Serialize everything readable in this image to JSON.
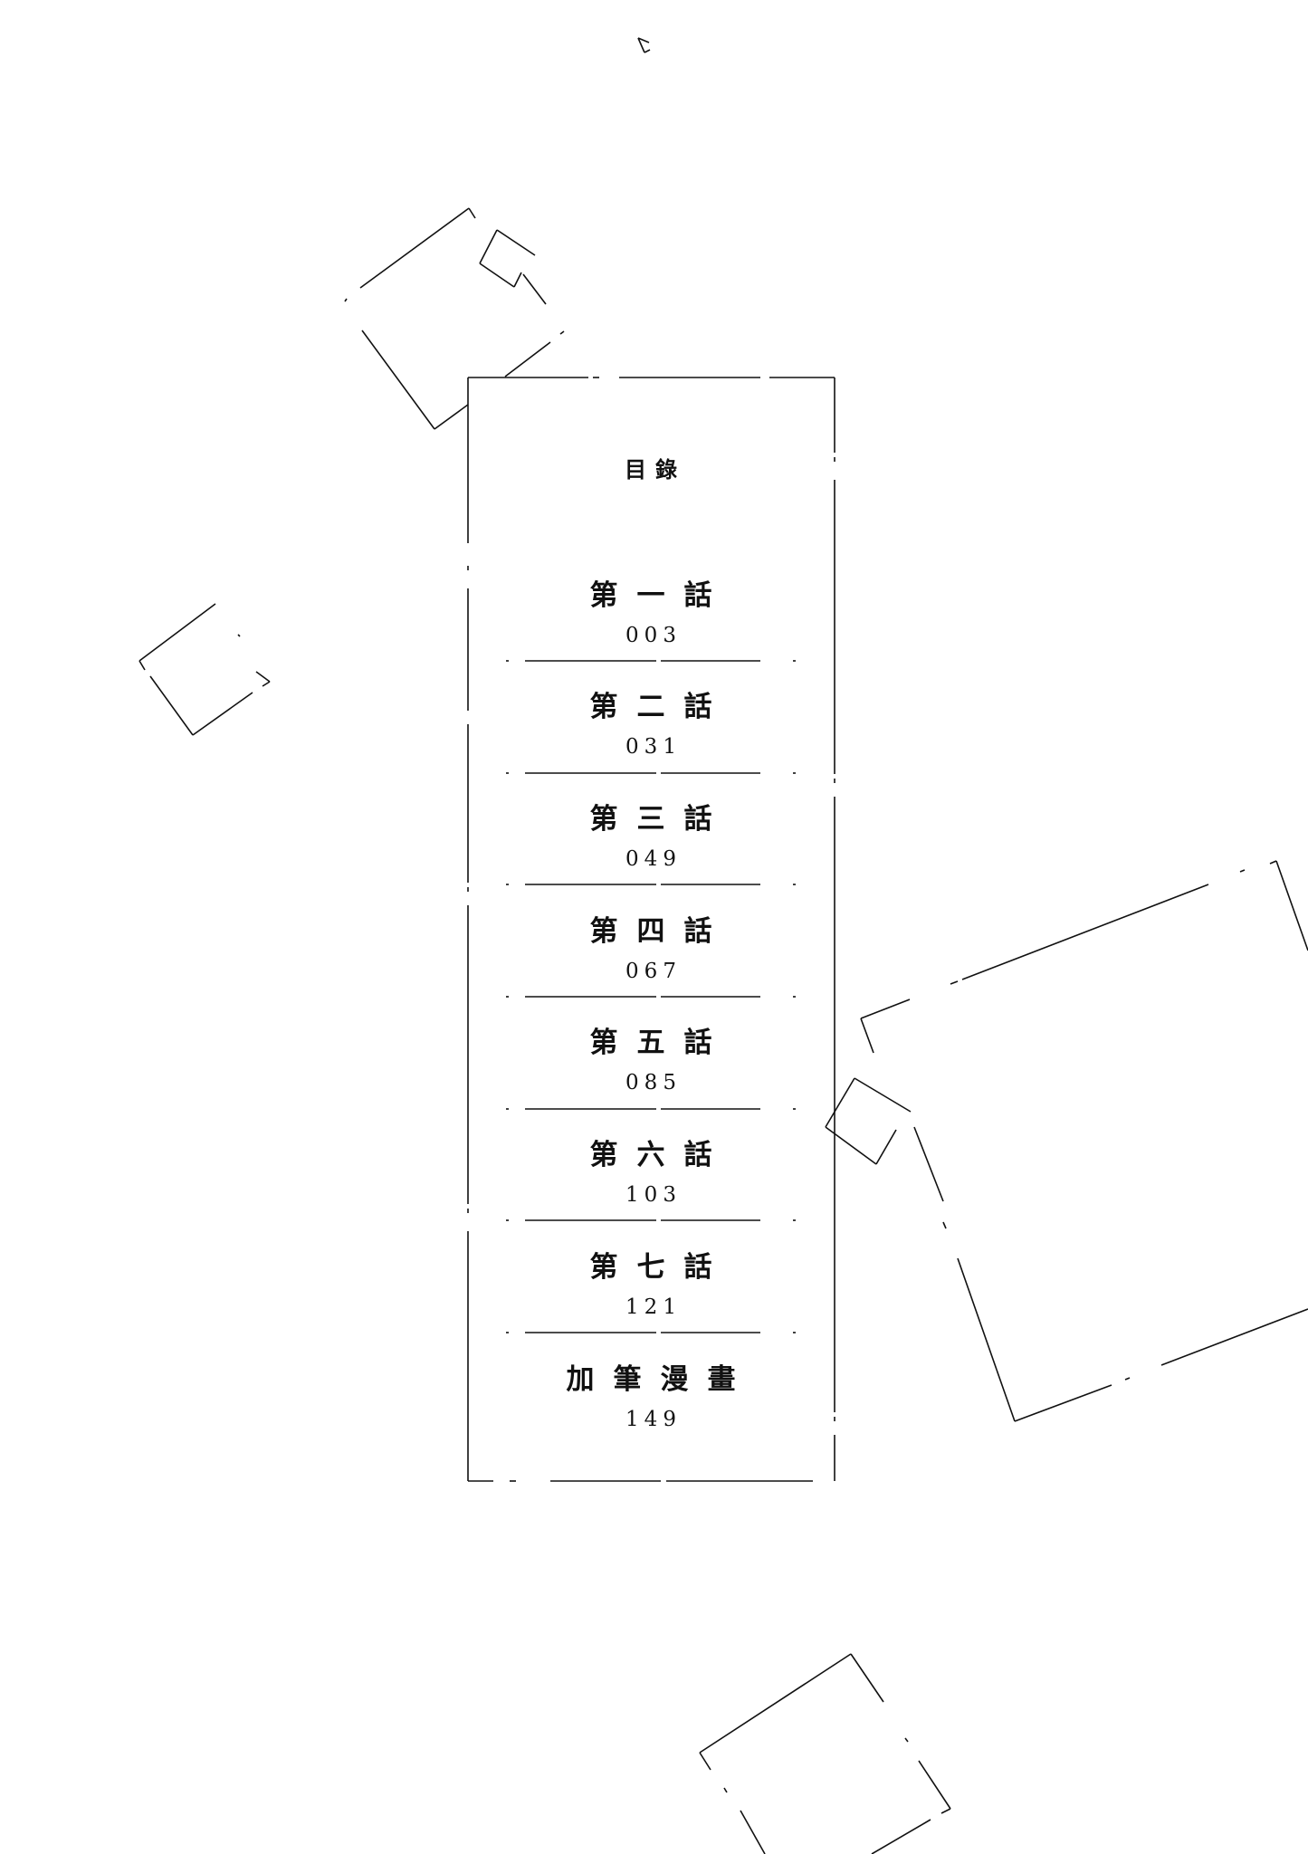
{
  "toc": {
    "title": "目錄",
    "entries": [
      {
        "chapter": "第一話",
        "page": "003"
      },
      {
        "chapter": "第二話",
        "page": "031"
      },
      {
        "chapter": "第三話",
        "page": "049"
      },
      {
        "chapter": "第四話",
        "page": "067"
      },
      {
        "chapter": "第五話",
        "page": "085"
      },
      {
        "chapter": "第六話",
        "page": "103"
      },
      {
        "chapter": "第七話",
        "page": "121"
      },
      {
        "chapter": "加筆漫畫",
        "page": "149"
      }
    ]
  },
  "colors": {
    "ink": "#111111",
    "paper": "#ffffff"
  }
}
